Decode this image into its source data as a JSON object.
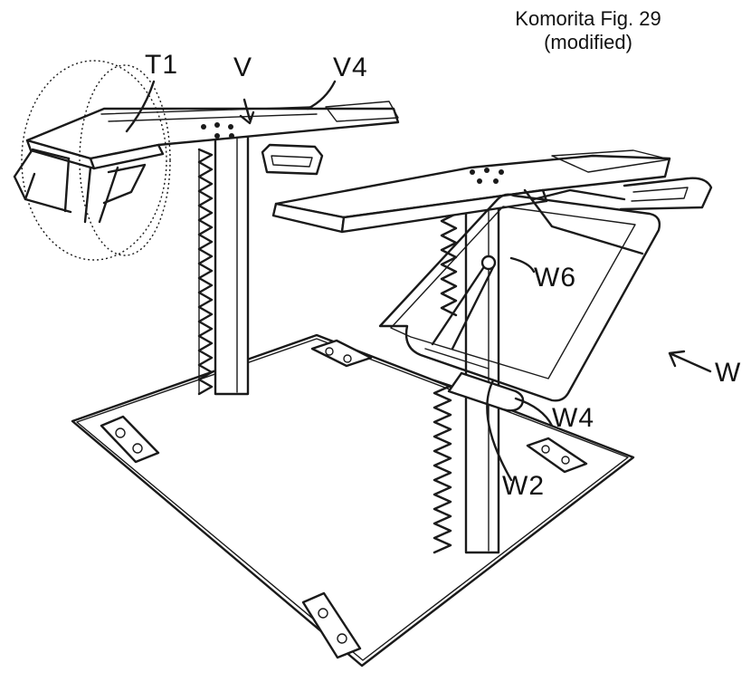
{
  "caption": {
    "line1": "Komorita Fig. 29",
    "line2": "(modified)"
  },
  "labels": {
    "t1": "T1",
    "v": "V",
    "v4": "V4",
    "w": "W",
    "w2": "W2",
    "w4": "W4",
    "w6": "W6"
  }
}
